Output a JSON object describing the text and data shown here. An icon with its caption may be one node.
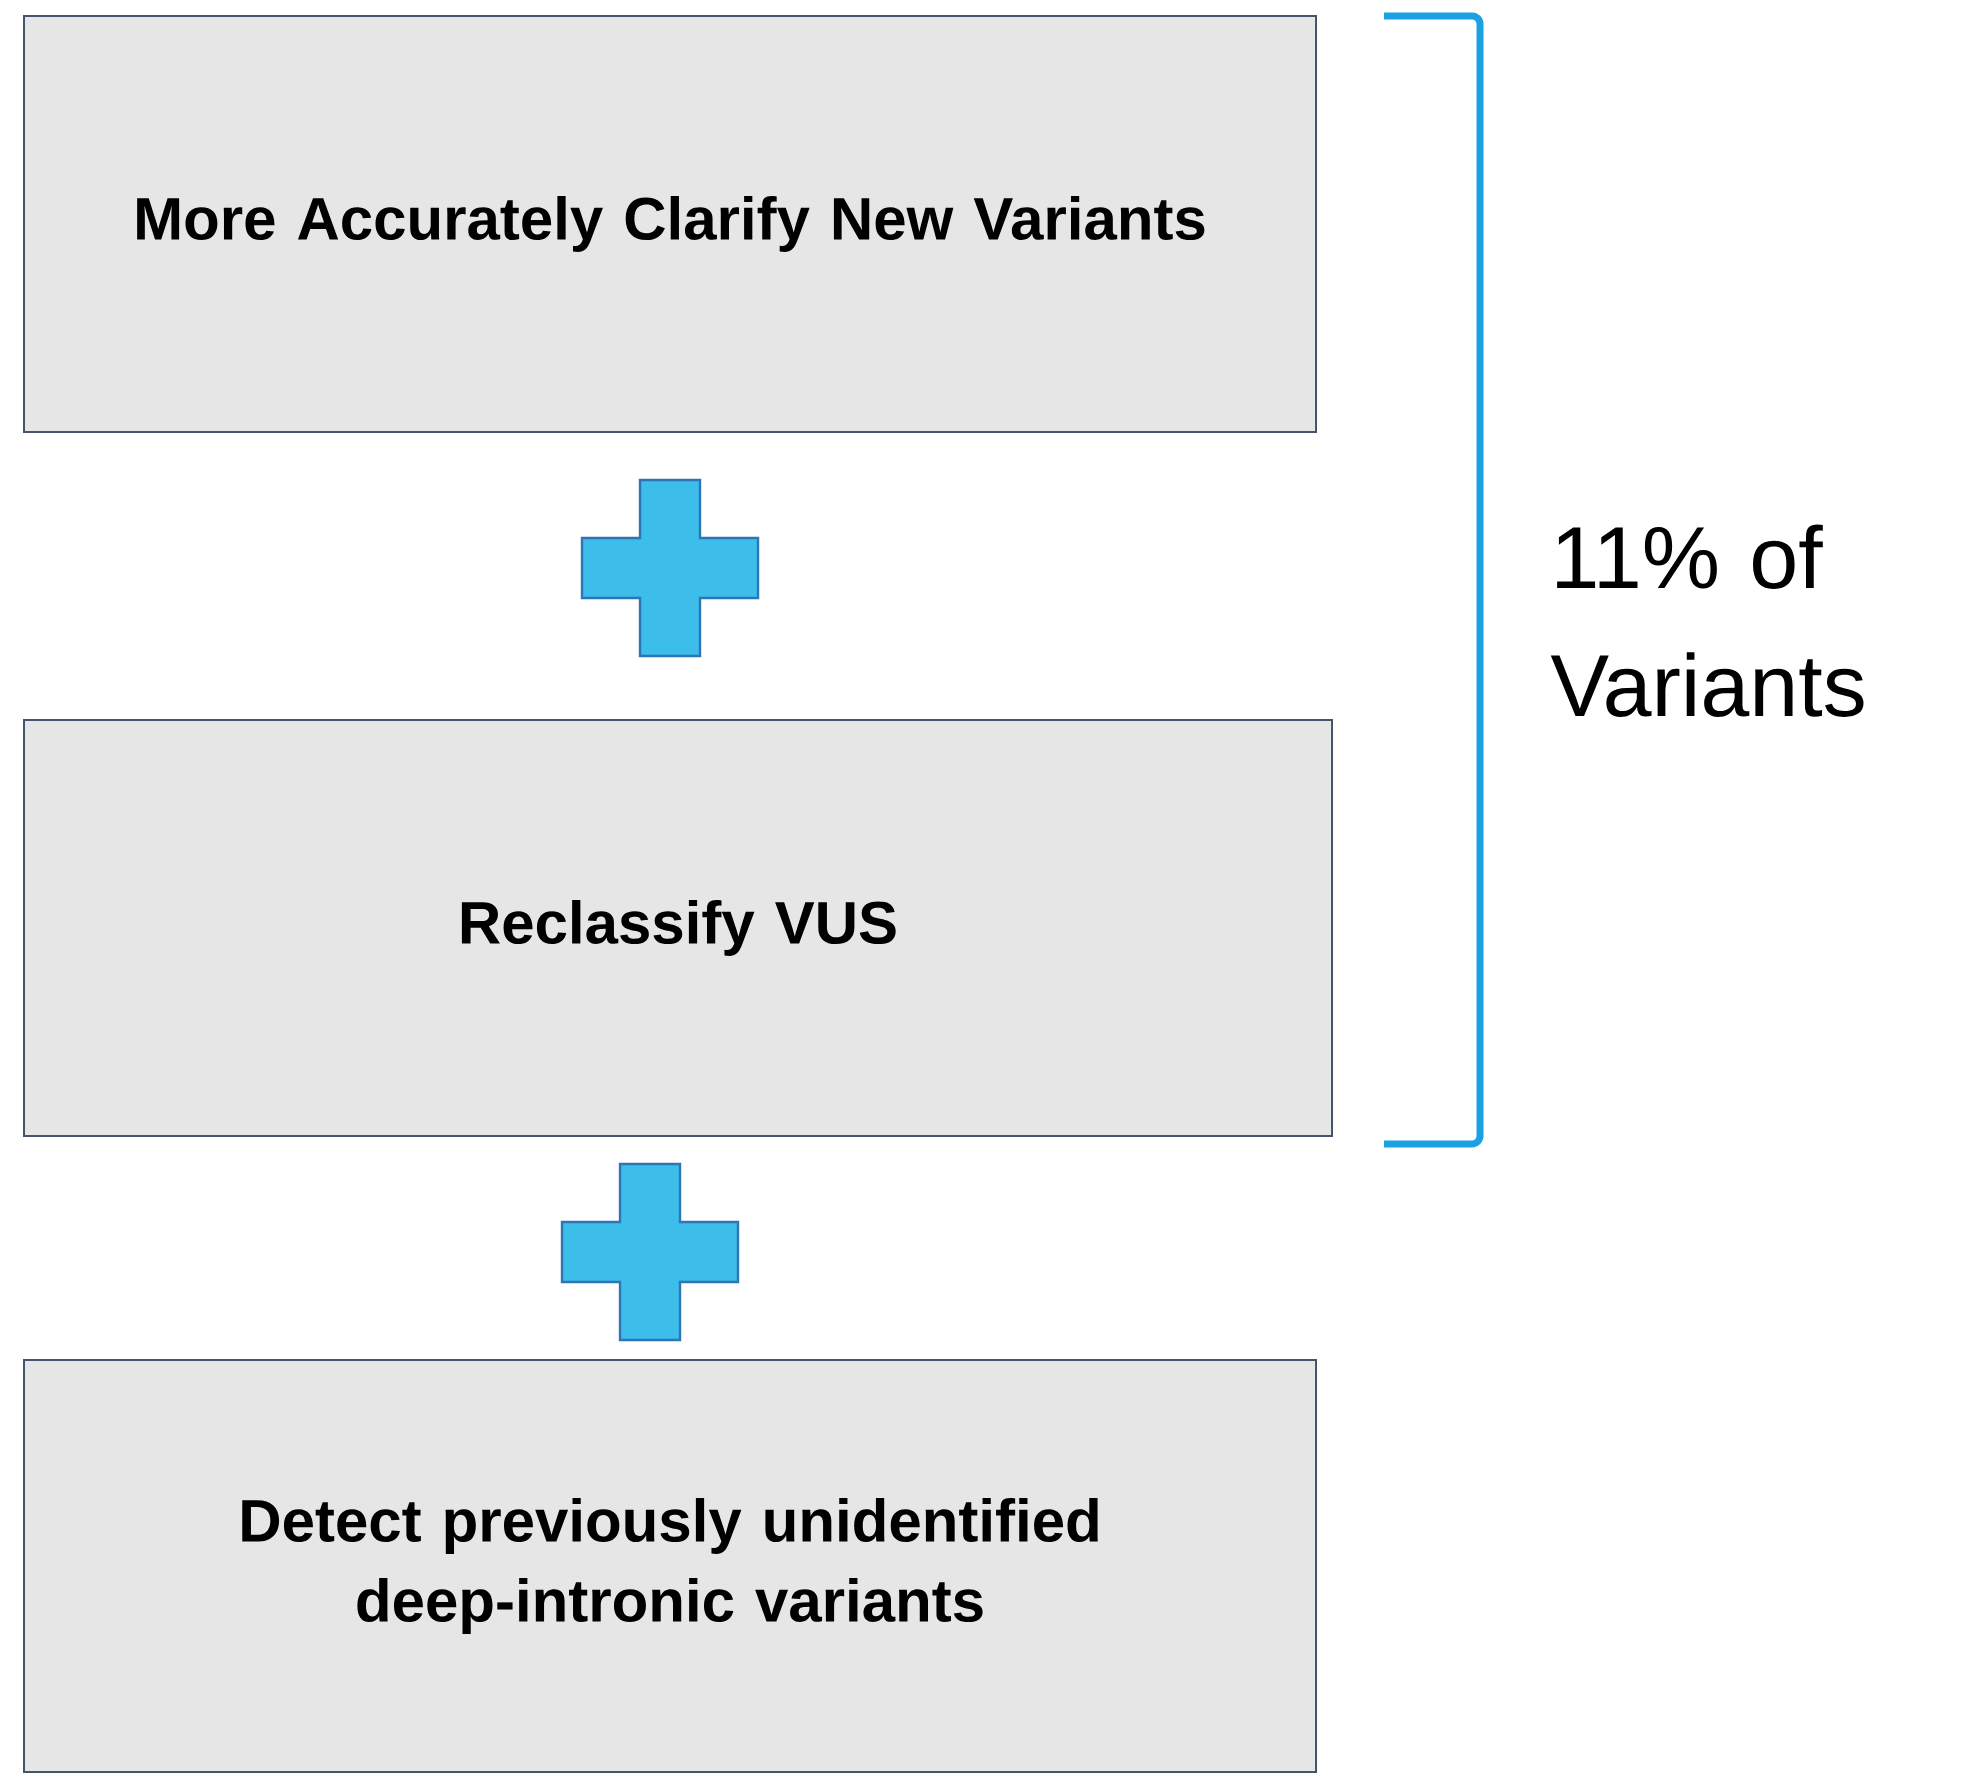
{
  "diagram": {
    "nodes": [
      {
        "text": [
          "More Accurately Clarify New Variants"
        ]
      },
      {
        "text": [
          "Reclassify VUS"
        ]
      },
      {
        "text": [
          "Detect previously unidentified deep-intronic variants"
        ]
      }
    ],
    "labels": [
      "11% of Variants"
    ]
  }
}
